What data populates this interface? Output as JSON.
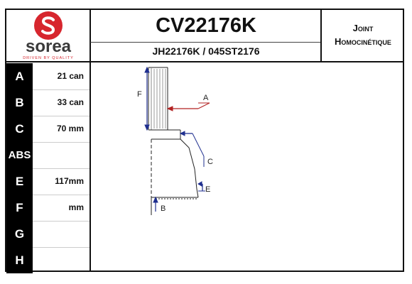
{
  "brand": {
    "name": "sorea",
    "tagline": "DRIVEN BY QUALITY",
    "color": "#d7262e"
  },
  "part": {
    "reference": "CV22176K",
    "alt_references": "JH22176K / 045ST2176"
  },
  "category": {
    "line1": "Joint",
    "line2": "Homocinétique"
  },
  "specs": [
    {
      "key": "A",
      "value": "21 can"
    },
    {
      "key": "B",
      "value": "33 can"
    },
    {
      "key": "C",
      "value": "70 mm"
    },
    {
      "key": "ABS",
      "value": ""
    },
    {
      "key": "E",
      "value": "117mm"
    },
    {
      "key": "F",
      "value": "mm"
    },
    {
      "key": "G",
      "value": ""
    },
    {
      "key": "H",
      "value": ""
    }
  ],
  "diagram": {
    "labels": {
      "a": "A",
      "b": "B",
      "c": "C",
      "e": "E",
      "f": "F"
    },
    "callout_color": "#b22222",
    "dim_color": "#1f2f8f"
  }
}
